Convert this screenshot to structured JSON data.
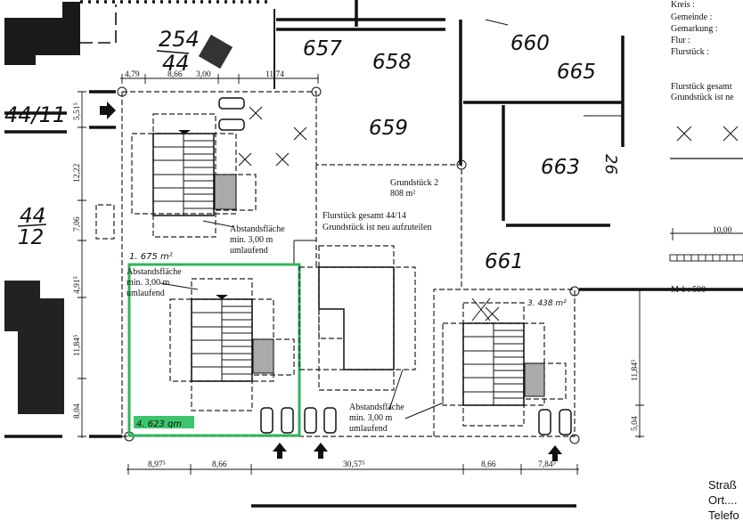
{
  "parcels": {
    "p254_top": "254",
    "p254_bottom": "44",
    "p657": "657",
    "p658": "658",
    "p660": "660",
    "p665": "665",
    "p659": "659",
    "p663": "663",
    "p26": "26",
    "p661": "661",
    "p44_11": "44/11",
    "p44_12_top": "44",
    "p44_12_bottom": "12"
  },
  "lots": {
    "lot1_area": "1.   675 m²",
    "lot2_title": "Grundstück 2",
    "lot2_area": "808 m²",
    "lot3_area": "3.  438 m²",
    "lot4_area": "4.   623 qm",
    "highlight_color": "#2fb45a"
  },
  "notes": {
    "flurstueck_total": "Flurstück gesamt 44/14",
    "subdivide": "Grundstück ist neu aufzuteilen",
    "setback": [
      "Abstandsfläche",
      "min. 3,00 m",
      "umlaufend"
    ]
  },
  "dimensions": {
    "top": [
      "4,79",
      "8,66",
      "3,00",
      "11,74"
    ],
    "left": [
      "5,51⁵",
      "12,22",
      "7,06",
      "4,91⁵",
      "11,84⁵",
      "8,04"
    ],
    "bottom": [
      "8,97⁵",
      "8,66",
      "30,57⁵",
      "8,66",
      "7,84⁵"
    ],
    "right": [
      "11,84⁵",
      "5,04"
    ]
  },
  "legend": {
    "fields": [
      "Kreis :",
      "Gemeinde :",
      "Gemarkung :",
      "Flur :",
      "Flurstück :"
    ],
    "note1": "Flurstück gesamt",
    "note2": "Grundstück ist ne",
    "scale_label": "10,00",
    "scale_ratio": "M 1 : 500",
    "contact": [
      "Straß",
      "Ort....",
      "Telefo"
    ]
  }
}
